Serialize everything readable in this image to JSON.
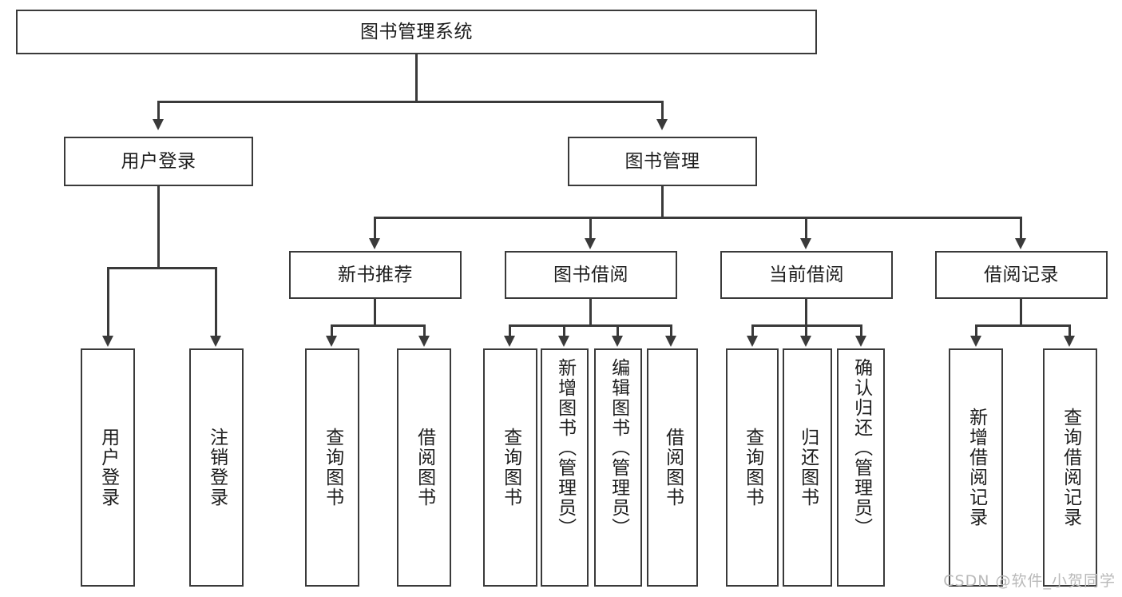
{
  "diagram": {
    "type": "tree",
    "title": "图书管理系统",
    "root": {
      "id": "root",
      "label": "图书管理系统"
    },
    "level2": [
      {
        "id": "user-login",
        "label": "用户登录"
      },
      {
        "id": "book-manage",
        "label": "图书管理"
      }
    ],
    "level3": [
      {
        "id": "new-book-recommend",
        "label": "新书推荐"
      },
      {
        "id": "book-borrow",
        "label": "图书借阅"
      },
      {
        "id": "current-borrow",
        "label": "当前借阅"
      },
      {
        "id": "borrow-record",
        "label": "借阅记录"
      }
    ],
    "leaves": [
      {
        "id": "leaf-user-login",
        "label": "用户登录",
        "align": "center"
      },
      {
        "id": "leaf-logout-login",
        "label": "注销登录",
        "align": "center"
      },
      {
        "id": "leaf-query-book-1",
        "label": "查询图书",
        "align": "center"
      },
      {
        "id": "leaf-borrow-book-1",
        "label": "借阅图书",
        "align": "center"
      },
      {
        "id": "leaf-query-book-2",
        "label": "查询图书",
        "align": "center"
      },
      {
        "id": "leaf-add-book-admin",
        "label": "新增图书（管理员）",
        "align": "top"
      },
      {
        "id": "leaf-edit-book-admin",
        "label": "编辑图书（管理员）",
        "align": "top"
      },
      {
        "id": "leaf-borrow-book-2",
        "label": "借阅图书",
        "align": "center"
      },
      {
        "id": "leaf-query-book-3",
        "label": "查询图书",
        "align": "center"
      },
      {
        "id": "leaf-return-book",
        "label": "归还图书",
        "align": "center"
      },
      {
        "id": "leaf-confirm-return-admin",
        "label": "确认归还（管理员）",
        "align": "top"
      },
      {
        "id": "leaf-add-borrow-record",
        "label": "新增借阅记录",
        "align": "center"
      },
      {
        "id": "leaf-query-borrow-record",
        "label": "查询借阅记录",
        "align": "center"
      }
    ]
  },
  "watermark": {
    "text": "CSDN @软件_小贺同学"
  },
  "colors": {
    "stroke": "#3a3a3a",
    "text": "#1d1d1d",
    "background": "#ffffff",
    "watermark": "#b9b9b9"
  }
}
